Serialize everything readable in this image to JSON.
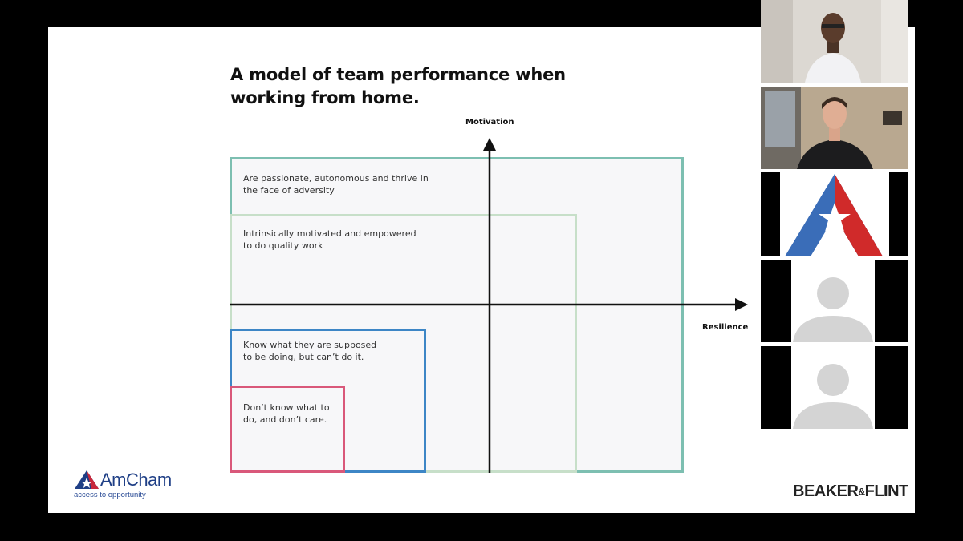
{
  "slide": {
    "title": "A model of team performance when working from home.",
    "axes": {
      "y_label": "Motivation",
      "x_label": "Resilience"
    },
    "boxes": [
      {
        "id": "teal",
        "text": "Are passionate, autonomous and thrive in the face of adversity",
        "color": "#7dbfb1"
      },
      {
        "id": "lightgreen",
        "text": "Intrinsically motivated and empowered to do quality work",
        "color": "#c7dfc9"
      },
      {
        "id": "blue",
        "text": "Know what they are supposed to be doing, but can’t do it.",
        "color": "#3d86c6"
      },
      {
        "id": "pink",
        "text": "Don’t know what to do, and don’t care.",
        "color": "#d9587a"
      }
    ],
    "logos": {
      "left": {
        "name": "AmCham",
        "tagline": "access to opportunity"
      },
      "right": {
        "name": "BEAKER",
        "amp": "&",
        "name2": "FLINT"
      }
    }
  },
  "participants": [
    {
      "type": "video",
      "icon": "person-video"
    },
    {
      "type": "video",
      "icon": "person-video"
    },
    {
      "type": "logo",
      "icon": "amcham-logo"
    },
    {
      "type": "no-video",
      "icon": "avatar-placeholder-icon"
    },
    {
      "type": "no-video",
      "icon": "avatar-placeholder-icon"
    }
  ]
}
